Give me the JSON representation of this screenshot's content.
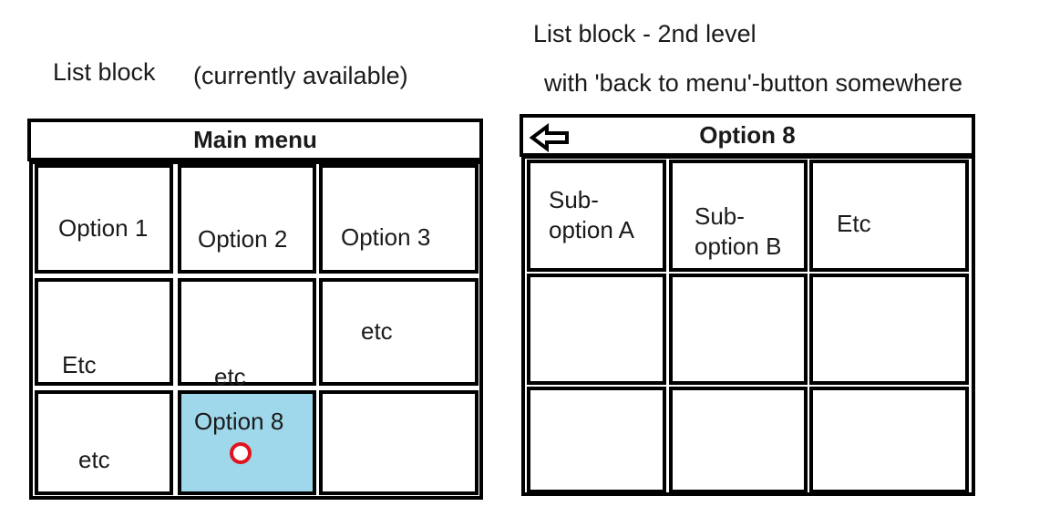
{
  "captions": {
    "left_list": "List block",
    "left_note": "(currently available)",
    "right_title": "List block - 2nd level",
    "right_note": "with 'back to menu'-button somewhere"
  },
  "main_menu": {
    "title": "Main menu",
    "cells": [
      "Option 1",
      "Option 2",
      "Option 3",
      "Etc",
      "etc",
      "etc",
      "etc",
      "Option 8",
      ""
    ],
    "selected": "Option 8",
    "selected_color": "#9fd8ea"
  },
  "submenu": {
    "title": "Option 8",
    "back_icon": "left-arrow-icon",
    "cells": [
      "Sub-\noption A",
      "Sub-\noption B",
      "Etc",
      "",
      "",
      "",
      "",
      "",
      ""
    ]
  },
  "colors": {
    "border": "#000000",
    "cursor": "#e0141e"
  }
}
